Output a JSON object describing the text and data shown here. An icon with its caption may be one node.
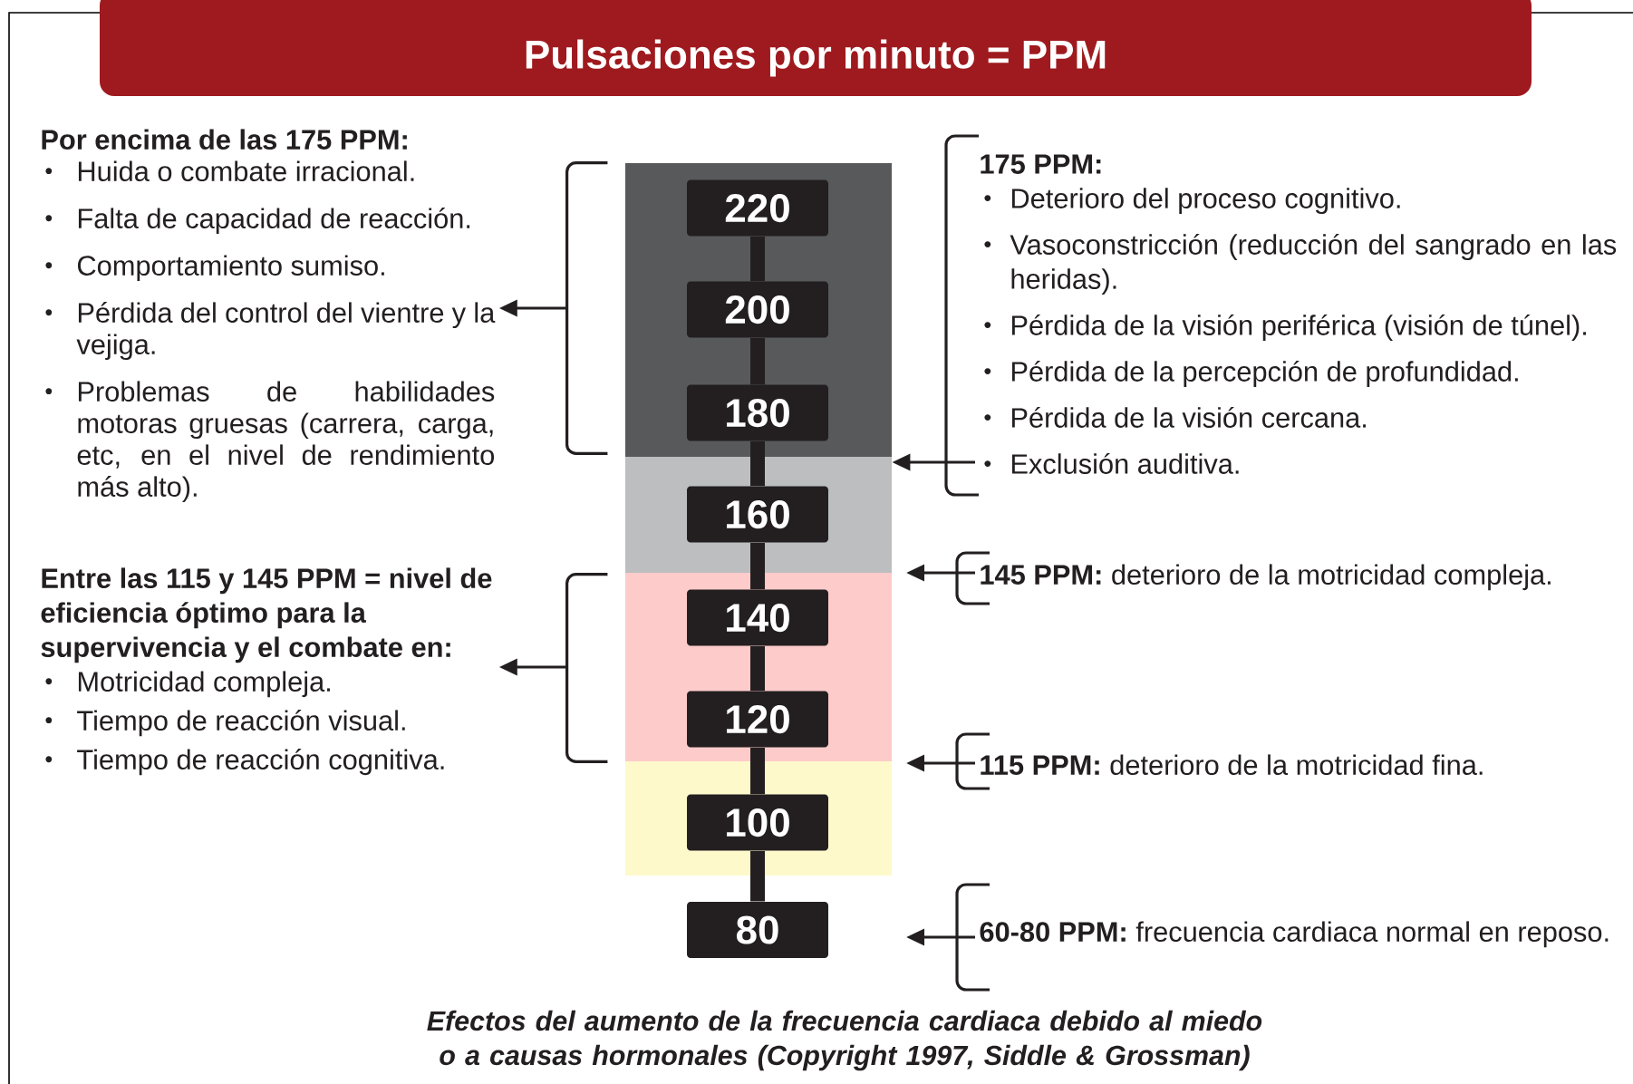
{
  "diagram": {
    "title": "Pulsaciones por minuto = PPM",
    "caption": "Efectos del aumento de la frecuencia cardiaca debido al miedo o a causas hormonales (Copyright 1997, Siddle & Grossman)",
    "nodes": [
      {
        "text": [
          "Por encima de las 175 PPM:",
          "Huida o combate irracional.",
          "Falta de capacidad de reacción.",
          "Comportamiento sumiso.",
          "Pérdida del control del vientre y la vejiga.",
          "Problemas de habilidades motoras gruesas (carrera, carga, etc, en el nivel de rendimiento más alto)."
        ]
      },
      {
        "text": [
          "Entre las 115 y 145 PPM = nivel de eficiencia óptimo para la supervivencia y el combate en:",
          "Motricidad compleja.",
          "Tiempo de reacción visual.",
          "Tiempo de reacción cognitiva."
        ]
      },
      {
        "text": [],
        "shape": "band"
      },
      {
        "text": [
          "220"
        ],
        "in": 2
      },
      {
        "text": [
          "200"
        ],
        "in": 2
      },
      {
        "text": [
          "180"
        ],
        "in": 2
      },
      {
        "text": [],
        "shape": "band"
      },
      {
        "text": [
          "160"
        ],
        "in": 6
      },
      {
        "text": [],
        "shape": "band"
      },
      {
        "text": [
          "140"
        ],
        "in": 8
      },
      {
        "text": [
          "120"
        ],
        "in": 8
      },
      {
        "text": [],
        "shape": "band"
      },
      {
        "text": [
          "100"
        ],
        "in": 11
      },
      {
        "text": [
          "80"
        ]
      },
      {
        "text": [
          "175 PPM:",
          "Deterioro del proceso cognitivo.",
          "Vasoconstricción (reducción del sangrado en las heridas).",
          "Pérdida de la visión periférica (visión de túnel).",
          "Pérdida de la percepción de profundidad.",
          "Pérdida de la visión cercana.",
          "Exclusión auditiva."
        ]
      },
      {
        "text": [
          "**145 PPM:** deterioro de la motricidad compleja."
        ]
      },
      {
        "text": [
          "**115 PPM:** deterioro de la motricidad fina."
        ]
      },
      {
        "text": [
          "**60-80 PPM:** frecuencia cardiaca normal en reposo."
        ]
      },
      {
        "text": [],
        "shape": "bracket"
      },
      {
        "text": [],
        "shape": "bracket"
      }
    ],
    "edges": [
      {
        "from": 18,
        "to": 0,
        "arrow": "to"
      },
      {
        "from": 19,
        "to": 1,
        "arrow": "to"
      },
      {
        "from": 14,
        "to": 6,
        "arrow": "to"
      },
      {
        "from": 15,
        "to": null,
        "arrow": "to"
      },
      {
        "from": 16,
        "to": null,
        "arrow": "to"
      },
      {
        "from": 17,
        "to": null,
        "arrow": "to"
      },
      {
        "from": 3,
        "to": 4,
        "arrow": "none"
      },
      {
        "from": 4,
        "to": 5,
        "arrow": "none"
      },
      {
        "from": 5,
        "to": 7,
        "arrow": "none"
      },
      {
        "from": 7,
        "to": 9,
        "arrow": "none"
      },
      {
        "from": 9,
        "to": 10,
        "arrow": "none"
      },
      {
        "from": 10,
        "to": 12,
        "arrow": "none"
      },
      {
        "from": 12,
        "to": 13,
        "arrow": "none"
      }
    ]
  }
}
